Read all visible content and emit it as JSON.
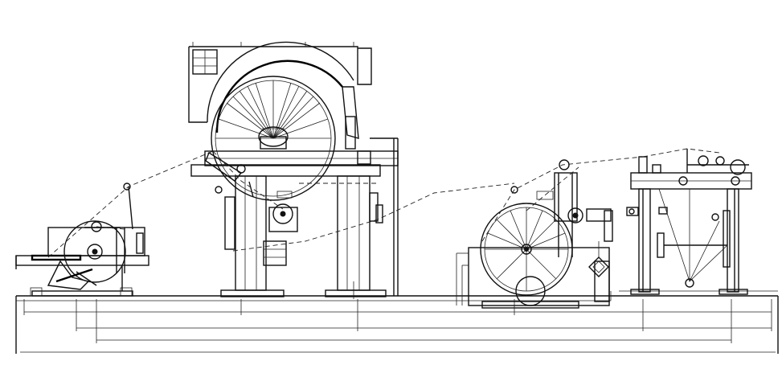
{
  "drawing": {
    "watermark_text": "",
    "line_color": "#111111",
    "background": "#ffffff",
    "units": [
      {
        "name": "unwind-stand"
      },
      {
        "name": "yankee-dryer-section"
      },
      {
        "name": "drum-winder"
      },
      {
        "name": "reel-stand"
      }
    ]
  }
}
